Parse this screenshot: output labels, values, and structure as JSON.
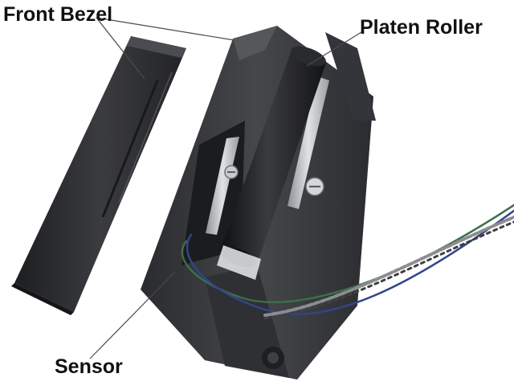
{
  "labels": {
    "front_bezel": "Front Bezel",
    "platen_roller": "Platen Roller",
    "sensor": "Sensor"
  },
  "colors": {
    "bezel": "#2c2d30",
    "housing": "#3a3c40",
    "roller": "#1f2022",
    "metal": "#b9bcc0",
    "wire_green": "#3c6e49",
    "wire_blue": "#33448a",
    "wire_gray": "#8b8d90",
    "leader": "#4a4a4a"
  }
}
